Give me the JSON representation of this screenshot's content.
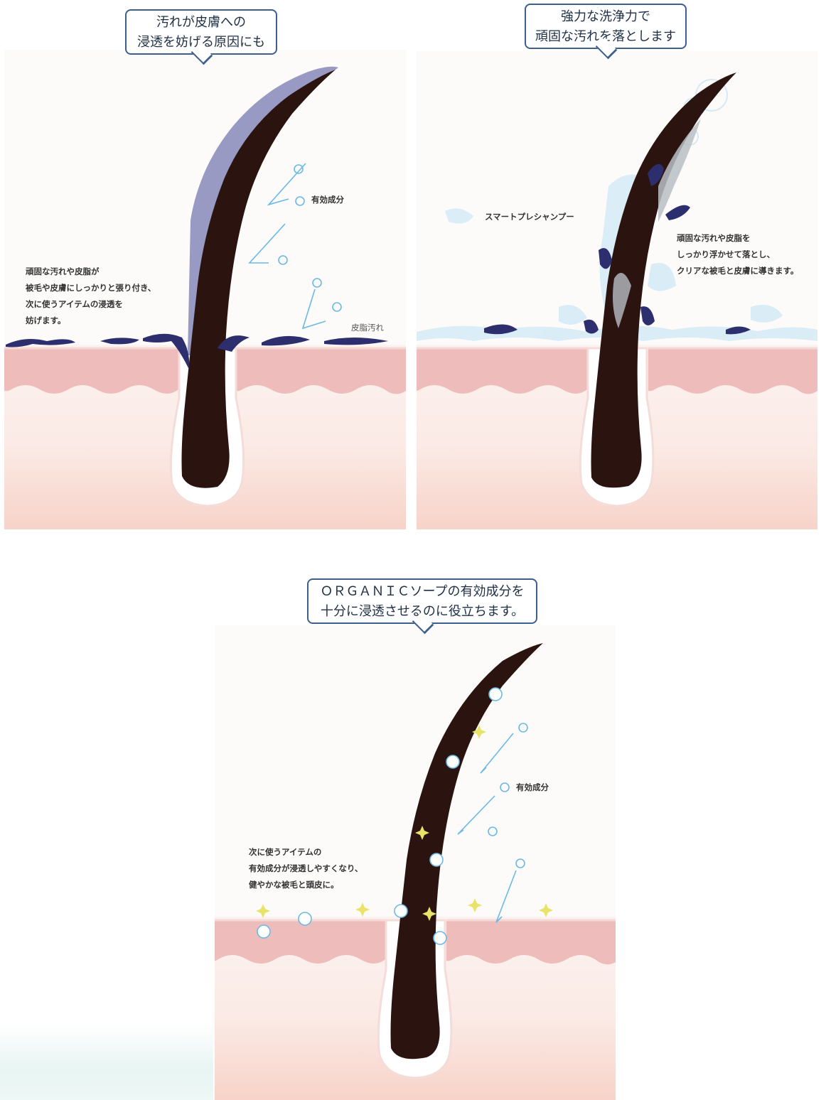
{
  "colors": {
    "skin_top": "#efbcbc",
    "skin_bottom": "#fbe6e2",
    "hair": "#2b1410",
    "dirt": "#2c2e6e",
    "dirt_halo": "#8d8fbd",
    "ingredient": "#6ab9e6",
    "sparkle": "#e8e46a",
    "foam": "#cfe8f4",
    "bubble_border": "#3d5f8c"
  },
  "panel1": {
    "bubble_line1": "汚れが皮膚への",
    "bubble_line2": "浸透を妨げる原因にも",
    "note_lines": [
      "頑固な汚れや皮脂が",
      "被毛や皮膚にしっかりと張り付き、",
      "次に使うアイテムの浸透を",
      "妨げます。"
    ],
    "label_ingredient": "有効成分",
    "label_sebum": "皮脂汚れ"
  },
  "panel2": {
    "bubble_line1": "強力な洗浄力で",
    "bubble_line2": "頑固な汚れを落とします",
    "label_shampoo": "スマートプレシャンプー",
    "note_lines": [
      "頑固な汚れや皮脂を",
      "しっかり浮かせて落とし、",
      "クリアな被毛と皮膚に導きます。"
    ]
  },
  "panel3": {
    "bubble_line1": "ＯＲＧＡＮＩＣソープの有効成分を",
    "bubble_line2": "十分に浸透させるのに役立ちます。",
    "label_ingredient": "有効成分",
    "note_lines": [
      "次に使うアイテムの",
      "有効成分が浸透しやすくなり、",
      "健やかな被毛と頭皮に。"
    ]
  }
}
